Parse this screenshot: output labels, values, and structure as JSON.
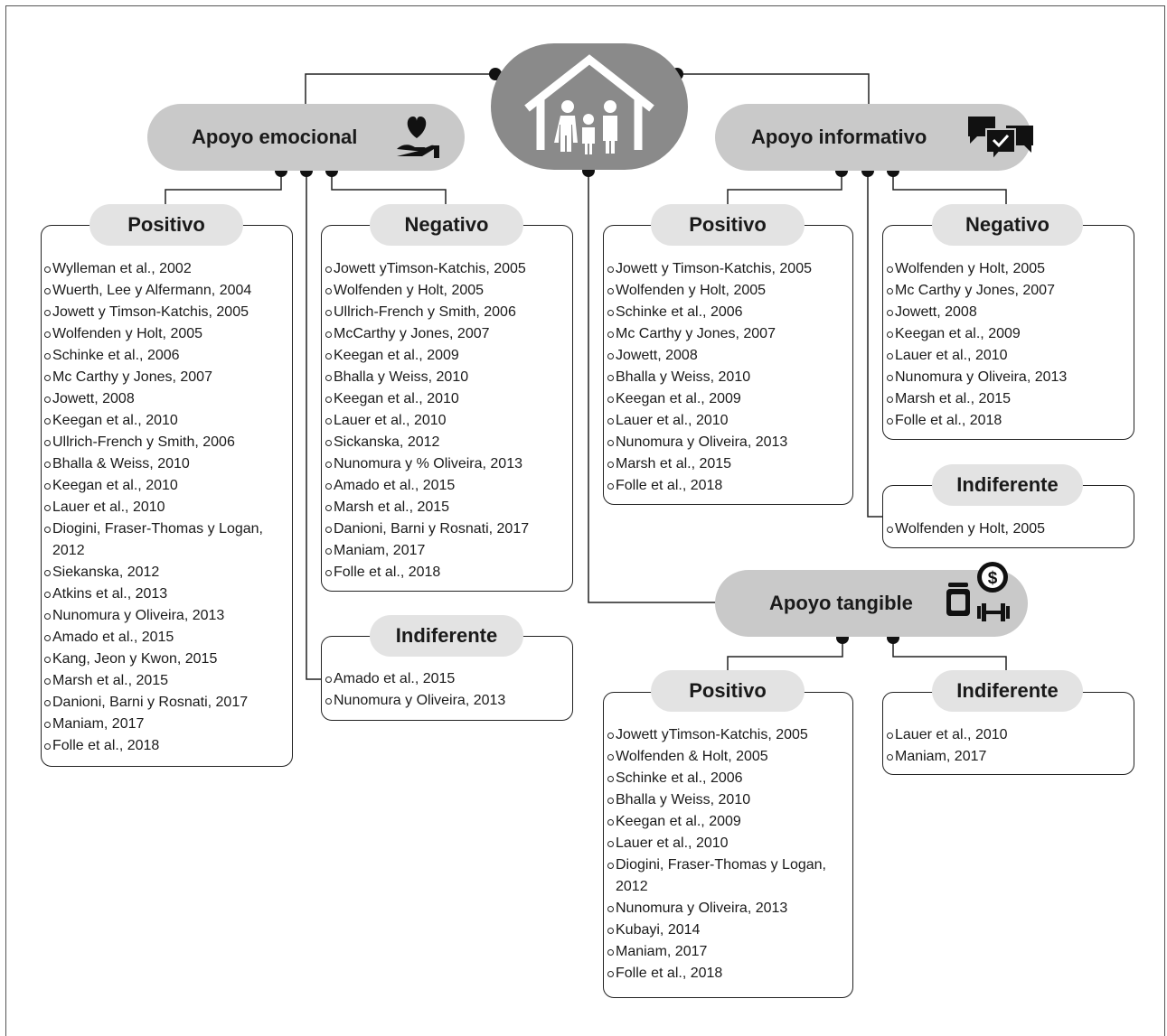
{
  "center": {
    "icon": "family-house-icon"
  },
  "branches": {
    "emocional": {
      "title": "Apoyo emocional",
      "icon": "heart-hand-icon",
      "positivo": {
        "label": "Positivo",
        "items": [
          "Wylleman et al., 2002",
          "Wuerth, Lee y Alfermann, 2004",
          "Jowett y Timson-Katchis, 2005",
          "Wolfenden y Holt, 2005",
          "Schinke et al., 2006",
          "Mc Carthy y Jones, 2007",
          "Jowett, 2008",
          "Keegan et al., 2010",
          "Ullrich-French y Smith, 2006",
          "Bhalla & Weiss, 2010",
          "Keegan et al., 2010",
          "Lauer et al., 2010",
          "Diogini, Fraser-Thomas y Logan, 2012",
          "Siekanska, 2012",
          "Atkins et al., 2013",
          "Nunomura y Oliveira, 2013",
          "Amado et al., 2015",
          "Kang, Jeon y Kwon, 2015",
          "Marsh et al., 2015",
          "Danioni, Barni y Rosnati, 2017",
          "Maniam, 2017",
          "Folle et al., 2018"
        ]
      },
      "negativo": {
        "label": "Negativo",
        "items": [
          "Jowett yTimson-Katchis, 2005",
          "Wolfenden y Holt, 2005",
          "Ullrich-French y Smith, 2006",
          "McCarthy y Jones, 2007",
          "Keegan et al., 2009",
          "Bhalla y Weiss, 2010",
          "Keegan et al., 2010",
          "Lauer et al., 2010",
          "Sickanska, 2012",
          "Nunomura y % Oliveira, 2013",
          "Amado et al., 2015",
          "Marsh et al., 2015",
          "Danioni, Barni y Rosnati, 2017",
          "Maniam, 2017",
          "Folle et al., 2018"
        ]
      },
      "indiferente": {
        "label": "Indiferente",
        "items": [
          "Amado et al., 2015",
          "Nunomura y Oliveira, 2013"
        ]
      }
    },
    "informativo": {
      "title": "Apoyo informativo",
      "icon": "chat-check-icon",
      "positivo": {
        "label": "Positivo",
        "items": [
          "Jowett y Timson-Katchis, 2005",
          "Wolfenden y Holt, 2005",
          "Schinke et al., 2006",
          "Mc Carthy y Jones, 2007",
          "Jowett, 2008",
          "Bhalla y Weiss, 2010",
          "Keegan et al., 2009",
          "Lauer et al., 2010",
          "Nunomura y Oliveira, 2013",
          "Marsh et al., 2015",
          "Folle et al., 2018"
        ]
      },
      "negativo": {
        "label": "Negativo",
        "items": [
          "Wolfenden y Holt, 2005",
          "Mc Carthy y Jones, 2007",
          "Jowett, 2008",
          "Keegan et al., 2009",
          "Lauer et al., 2010",
          "Nunomura y Oliveira, 2013",
          "Marsh et al., 2015",
          "Folle et al., 2018"
        ]
      },
      "indiferente": {
        "label": "Indiferente",
        "items": [
          "Wolfenden y Holt, 2005"
        ]
      }
    },
    "tangible": {
      "title": "Apoyo tangible",
      "icon": "money-supplement-dumbbell-icon",
      "positivo": {
        "label": "Positivo",
        "items": [
          "Jowett yTimson-Katchis, 2005",
          "Wolfenden & Holt, 2005",
          "Schinke et al., 2006",
          "Bhalla y Weiss, 2010",
          "Keegan et al., 2009",
          "Lauer et al., 2010",
          "Diogini, Fraser-Thomas y Logan, 2012",
          "Nunomura y Oliveira, 2013",
          "Kubayi, 2014",
          "Maniam, 2017",
          "Folle et al., 2018"
        ]
      },
      "indiferente": {
        "label": "Indiferente",
        "items": [
          "Lauer et al., 2010",
          "Maniam, 2017"
        ]
      }
    }
  }
}
